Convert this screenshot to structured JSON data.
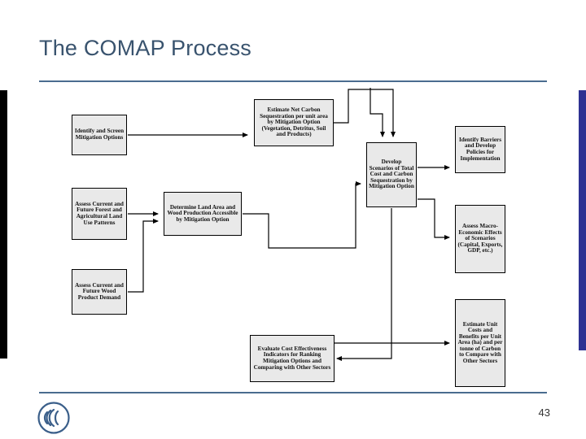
{
  "slide": {
    "title": "The COMAP Process",
    "page_number": "43",
    "logo_name": "unfccc-logo"
  },
  "diagram": {
    "type": "flowchart",
    "nodes": [
      {
        "id": "identify-senior-mitigation-options",
        "label": "Identify and Screen Mitigation Options"
      },
      {
        "id": "estimate-net-carbon-sequestration",
        "label": "Estimate Net Carbon Sequestration per unit area by Mitigation Option (Vegetation, Detritus, Soil and Products)"
      },
      {
        "id": "develop-scenarios-total-cost",
        "label": "Develop Scenarios of Total Cost and Carbon Sequestration by Mitigation Option"
      },
      {
        "id": "identify-barriers-develop-policies",
        "label": "Identify Barriers and Develop Policies for Implementation"
      },
      {
        "id": "assess-current-future-forest-agricultural-land-use",
        "label": "Assess Current and Future Forest and Agricultural Land Use Patterns"
      },
      {
        "id": "determine-land-area-wood-production",
        "label": "Determine Land Area and Wood Production Accessible by Mitigation Option"
      },
      {
        "id": "assess-macroeconomic-effects",
        "label": "Assess Macro-Economic Effects of Scenarios (Capital, Exports, GDP, etc.)"
      },
      {
        "id": "assess-current-future-wood-product-demand",
        "label": "Assess Current and Future Wood Product Demand"
      },
      {
        "id": "estimate-unit-costs-benefits",
        "label": "Estimate Unit Costs and Benefits per Unit Area (ha) and per tonne of Carbon to Compare with Other Sectors"
      },
      {
        "id": "evaluate-cost-effectiveness-indicators",
        "label": "Evaluate Cost Effectiveness Indicators for Ranking Mitigation Options and Comparing with Other Sectors"
      }
    ],
    "edges": [
      {
        "from": "identify-senior-mitigation-options",
        "to": "estimate-net-carbon-sequestration"
      },
      {
        "from": "assess-current-future-forest-agricultural-land-use",
        "to": "determine-land-area-wood-production"
      },
      {
        "from": "assess-current-future-wood-product-demand",
        "to": "determine-land-area-wood-production"
      },
      {
        "from": "determine-land-area-wood-production",
        "to": "develop-scenarios-total-cost"
      },
      {
        "from": "estimate-net-carbon-sequestration",
        "to": "develop-scenarios-total-cost"
      },
      {
        "from": "develop-scenarios-total-cost",
        "to": "identify-barriers-develop-policies"
      },
      {
        "from": "develop-scenarios-total-cost",
        "to": "assess-macro-economic-effects"
      },
      {
        "from": "develop-scenarios-total-cost",
        "to": "evaluate-cost-effectiveness-indicators"
      },
      {
        "from": "evaluate-cost-effectiveness-indicators",
        "to": "estimate-unit-costs-benefits"
      }
    ]
  },
  "colors": {
    "title": "#39536e",
    "rule": "#4a6c8f",
    "node_fill": "#e9e9e9",
    "node_border": "#000000",
    "edge_bar_right": "#2e3192",
    "edge_bar_left": "#000000"
  }
}
